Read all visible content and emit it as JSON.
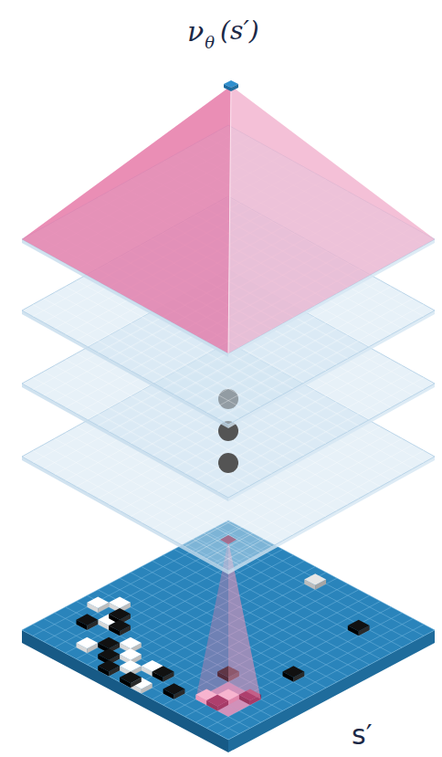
{
  "diagram": {
    "labels": [
      "ν",
      "θ",
      "(s′)",
      "s′"
    ]
  }
}
